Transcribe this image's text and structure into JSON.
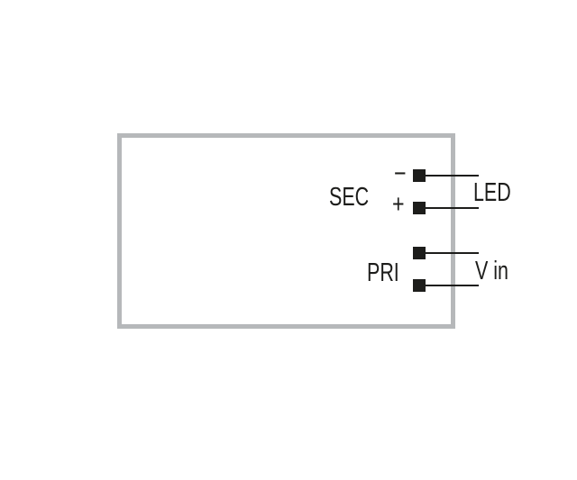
{
  "diagram": {
    "type": "wiring-diagram",
    "colors": {
      "background": "#ffffff",
      "box_border": "#b6b8ba",
      "ink": "#1d1d1b"
    },
    "sec_group": {
      "label": "SEC",
      "minus_sign": "−",
      "plus_sign": "+",
      "output_label": "LED"
    },
    "pri_group": {
      "label": "PRI",
      "input_label": "V in"
    }
  }
}
